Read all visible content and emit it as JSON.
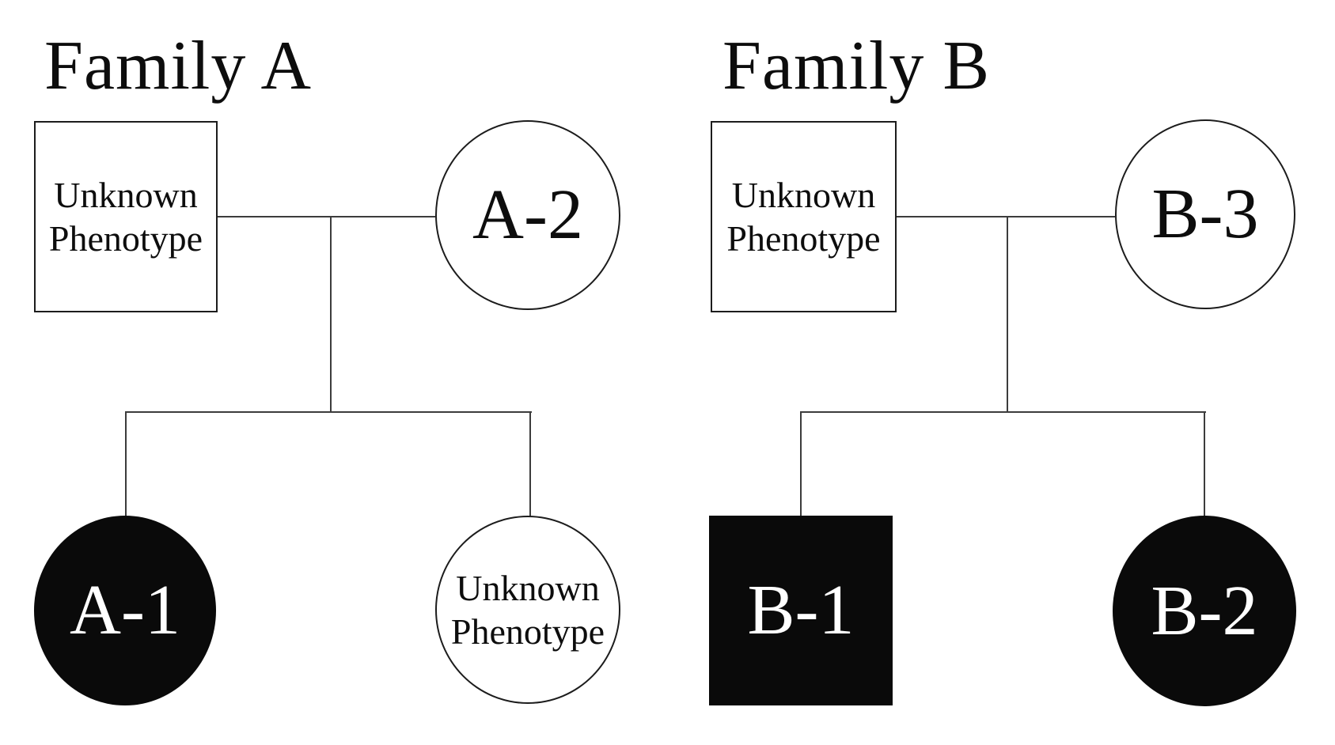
{
  "diagram_type": "pedigree-chart",
  "colors": {
    "background": "#ffffff",
    "connector_line": "#3c3c3c",
    "shape_outline": "#1c1c1c",
    "affected_fill": "#0a0a0a",
    "affected_label_text": "#ffffff",
    "text": "#0d0d0d"
  },
  "family_a": {
    "title": "Family A",
    "father": {
      "shape": "square",
      "filled": false,
      "label_line1": "Unknown",
      "label_line2": "Phenotype"
    },
    "mother": {
      "shape": "circle",
      "filled": false,
      "label": "A-2"
    },
    "child_left": {
      "shape": "circle",
      "filled": true,
      "label": "A-1"
    },
    "child_right": {
      "shape": "circle",
      "filled": false,
      "label_line1": "Unknown",
      "label_line2": "Phenotype"
    }
  },
  "family_b": {
    "title": "Family B",
    "father": {
      "shape": "square",
      "filled": false,
      "label_line1": "Unknown",
      "label_line2": "Phenotype"
    },
    "mother": {
      "shape": "circle",
      "filled": false,
      "label": "B-3"
    },
    "child_left": {
      "shape": "square",
      "filled": true,
      "label": "B-1"
    },
    "child_right": {
      "shape": "circle",
      "filled": true,
      "label": "B-2"
    }
  }
}
